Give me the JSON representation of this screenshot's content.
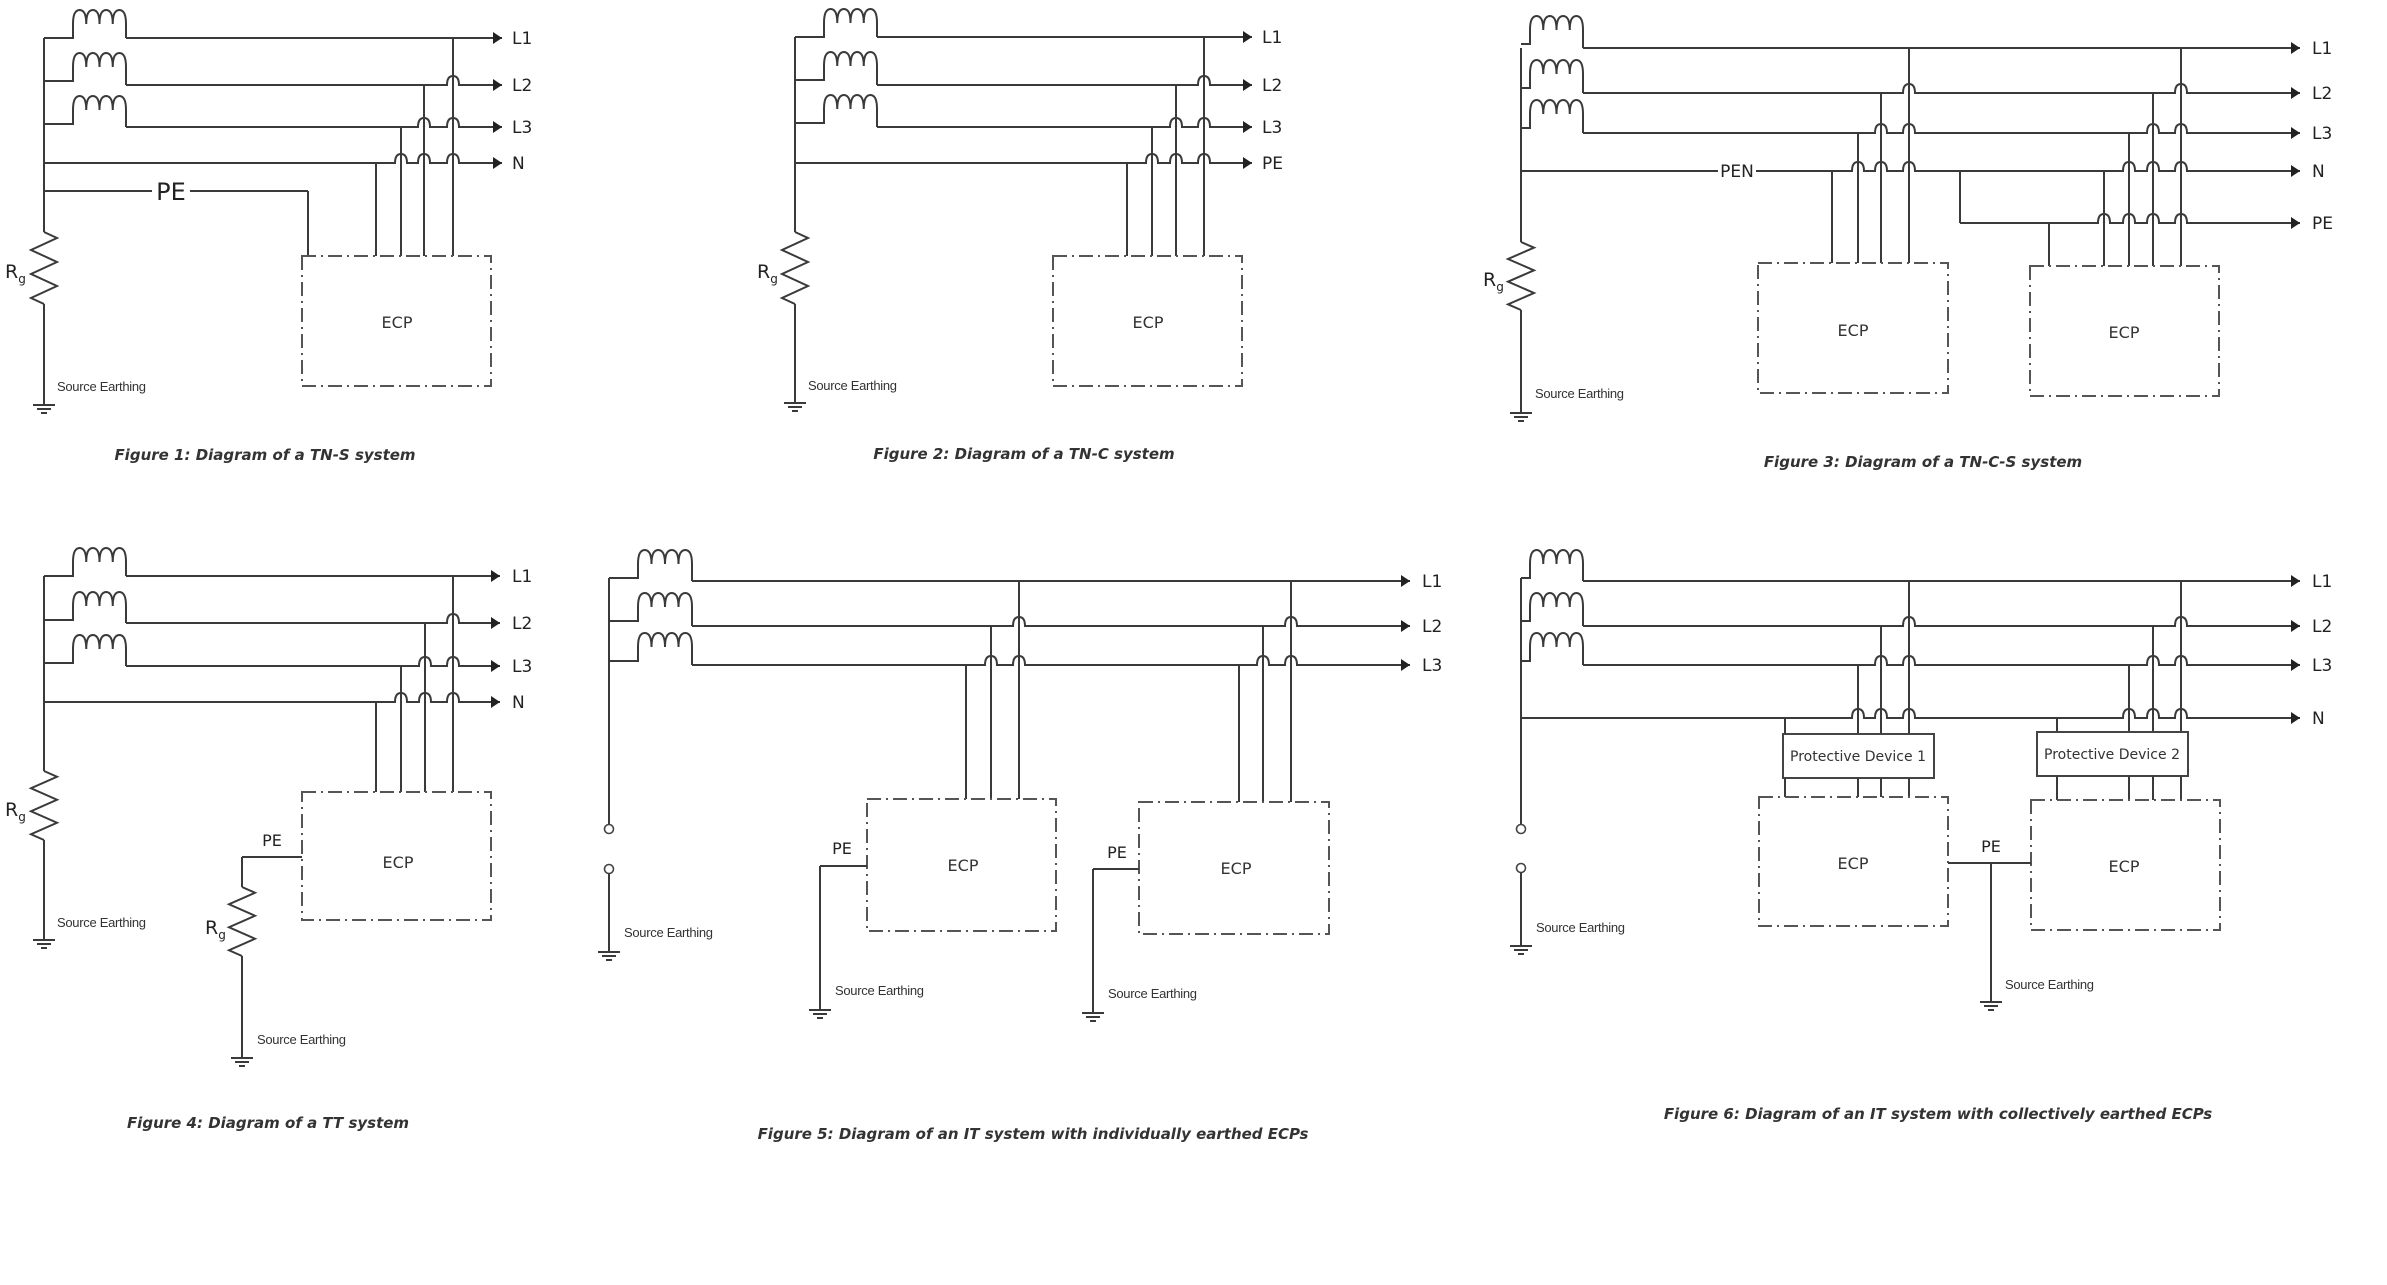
{
  "page": {
    "description": "Earthing system diagrams"
  },
  "labels": {
    "line_L1": "L1",
    "line_L2": "L2",
    "line_L3": "L3",
    "line_N": "N",
    "line_PE": "PE",
    "line_PEN": "PEN",
    "ecp": "ECP",
    "source_earthing": "Source Earthing",
    "rg_main": "R",
    "rg_sub": "g"
  },
  "figures": [
    {
      "id": "fig1",
      "caption": "Figure 1: Diagram of a TN-S system",
      "system": "TN-S",
      "output_lines": [
        "L1",
        "L2",
        "L3",
        "N"
      ],
      "pe_label": "PE",
      "ecp_boxes": [
        "ECP"
      ],
      "earthing_labels": [
        "Source Earthing"
      ]
    },
    {
      "id": "fig2",
      "caption": "Figure 2: Diagram of a TN-C system",
      "system": "TN-C",
      "output_lines": [
        "L1",
        "L2",
        "L3",
        "PE"
      ],
      "ecp_boxes": [
        "ECP"
      ],
      "earthing_labels": [
        "Source Earthing"
      ]
    },
    {
      "id": "fig3",
      "caption": "Figure 3: Diagram of a TN-C-S system",
      "system": "TN-C-S",
      "output_lines": [
        "L1",
        "L2",
        "L3",
        "N",
        "PE"
      ],
      "pen_label": "PEN",
      "ecp_boxes": [
        "ECP",
        "ECP"
      ],
      "earthing_labels": [
        "Source Earthing"
      ]
    },
    {
      "id": "fig4",
      "caption": "Figure 4: Diagram of a TT system",
      "system": "TT",
      "output_lines": [
        "L1",
        "L2",
        "L3",
        "N"
      ],
      "pe_label": "PE",
      "ecp_boxes": [
        "ECP"
      ],
      "earthing_labels": [
        "Source Earthing",
        "Source Earthing"
      ]
    },
    {
      "id": "fig5",
      "caption": "Figure 5: Diagram of an IT system with individually earthed ECPs",
      "system": "IT (individual)",
      "output_lines": [
        "L1",
        "L2",
        "L3"
      ],
      "pe_label": "PE",
      "ecp_boxes": [
        "ECP",
        "ECP"
      ],
      "earthing_labels": [
        "Source Earthing",
        "Source Earthing",
        "Source Earthing"
      ]
    },
    {
      "id": "fig6",
      "caption": "Figure 6: Diagram of an IT system with collectively earthed ECPs",
      "system": "IT (collective)",
      "output_lines": [
        "L1",
        "L2",
        "L3",
        "N"
      ],
      "pe_label": "PE",
      "protective_devices": [
        "Protective Device 1",
        "Protective Device 2"
      ],
      "ecp_boxes": [
        "ECP",
        "ECP"
      ],
      "earthing_labels": [
        "Source Earthing",
        "Source Earthing"
      ]
    }
  ]
}
